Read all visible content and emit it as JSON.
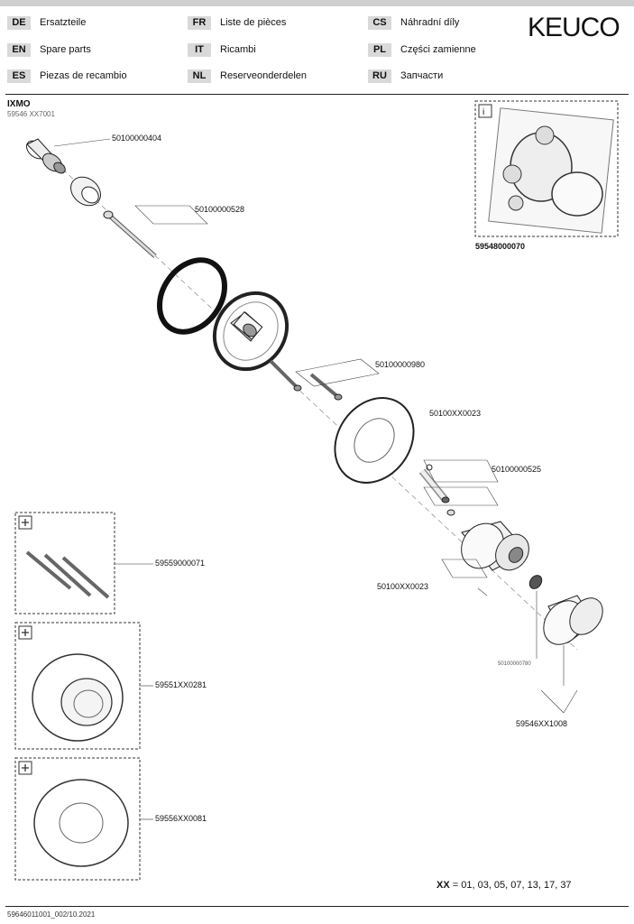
{
  "header": {
    "languages": [
      {
        "code": "DE",
        "label": "Ersatzteile"
      },
      {
        "code": "EN",
        "label": "Spare parts"
      },
      {
        "code": "ES",
        "label": "Piezas de recambio"
      },
      {
        "code": "FR",
        "label": "Liste de pièces"
      },
      {
        "code": "IT",
        "label": "Ricambi"
      },
      {
        "code": "NL",
        "label": "Reserveonderdelen"
      },
      {
        "code": "CS",
        "label": "Náhradní díly"
      },
      {
        "code": "PL",
        "label": "Części zamienne"
      },
      {
        "code": "RU",
        "label": "Запчасти"
      }
    ],
    "brand": "KEUCO"
  },
  "product": {
    "name": "IXMO",
    "number": "59546 XX7001"
  },
  "parts": {
    "p1": "50100000404",
    "p2": "50100000528",
    "p3": "50100000980",
    "p4": "50100XX0023",
    "p5": "50100000525",
    "p6": "50100XX0023",
    "p7": "50100000780",
    "p8": "59546XX1008",
    "inset_top": "59548000070",
    "kit1": "59559000071",
    "kit2": "59551XX0281",
    "kit3": "59556XX0081"
  },
  "variants": {
    "key": "XX",
    "values": "= 01, 03, 05, 07, 13, 17, 37"
  },
  "footer": {
    "text": "59646011001_002/10.2021"
  }
}
